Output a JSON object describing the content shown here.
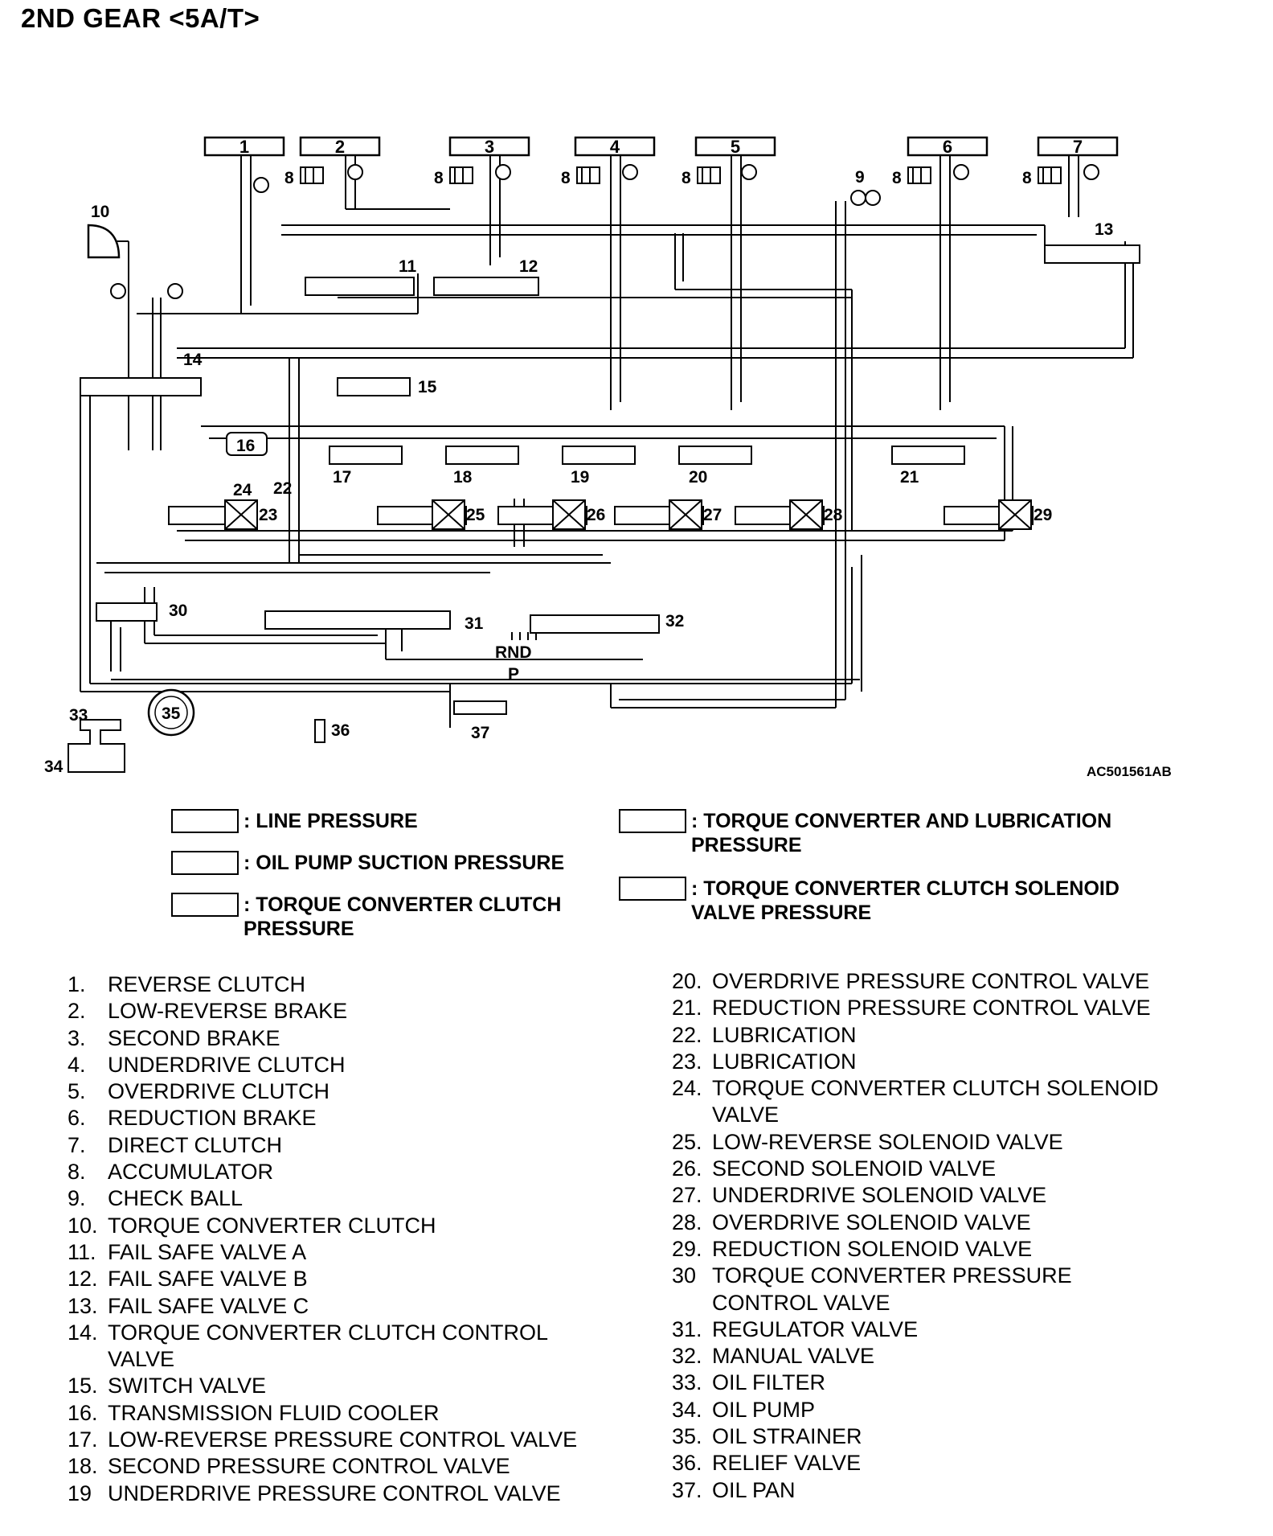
{
  "title": "2ND GEAR <5A/T>",
  "figure_code": "AC501561AB",
  "box_labels": [
    "1",
    "2",
    "3",
    "4",
    "5",
    "6",
    "7"
  ],
  "component_labels": {
    "accumulator": "8",
    "c9": "9",
    "c10": "10",
    "c11": "11",
    "c12": "12",
    "c13": "13",
    "c14": "14",
    "c15": "15",
    "c16": "16",
    "c17": "17",
    "c18": "18",
    "c19": "19",
    "c20": "20",
    "c21": "21",
    "c22": "22",
    "c23": "23",
    "c24": "24",
    "c25": "25",
    "c26": "26",
    "c27": "27",
    "c28": "28",
    "c29": "29",
    "c30": "30",
    "c31": "31",
    "c32": "32",
    "c33": "33",
    "c34": "34",
    "c35": "35",
    "c36": "36",
    "c37": "37",
    "rnd": "RND",
    "p": "P"
  },
  "legend": [
    {
      "text": ": LINE PRESSURE"
    },
    {
      "text": ": OIL PUMP SUCTION PRESSURE"
    },
    {
      "text": ": TORQUE CONVERTER CLUTCH\nPRESSURE"
    },
    {
      "text": ": TORQUE CONVERTER AND LUBRICATION\nPRESSURE"
    },
    {
      "text": ": TORQUE CONVERTER CLUTCH SOLENOID\nVALVE PRESSURE"
    }
  ],
  "parts_left": [
    {
      "num": "1.",
      "label": "REVERSE CLUTCH"
    },
    {
      "num": "2.",
      "label": "LOW-REVERSE BRAKE"
    },
    {
      "num": "3.",
      "label": "SECOND BRAKE"
    },
    {
      "num": "4.",
      "label": "UNDERDRIVE CLUTCH"
    },
    {
      "num": "5.",
      "label": "OVERDRIVE CLUTCH"
    },
    {
      "num": "6.",
      "label": "REDUCTION BRAKE"
    },
    {
      "num": "7.",
      "label": "DIRECT CLUTCH"
    },
    {
      "num": "8.",
      "label": "ACCUMULATOR"
    },
    {
      "num": "9.",
      "label": "CHECK BALL"
    },
    {
      "num": "10.",
      "label": "TORQUE CONVERTER CLUTCH"
    },
    {
      "num": "11.",
      "label": "FAIL SAFE VALVE A"
    },
    {
      "num": "12.",
      "label": "FAIL SAFE VALVE B"
    },
    {
      "num": "13.",
      "label": "FAIL SAFE VALVE C"
    },
    {
      "num": "14.",
      "label": "TORQUE CONVERTER CLUTCH CONTROL\nVALVE"
    },
    {
      "num": "15.",
      "label": "SWITCH VALVE"
    },
    {
      "num": "16.",
      "label": "TRANSMISSION FLUID COOLER"
    },
    {
      "num": "17.",
      "label": "LOW-REVERSE PRESSURE CONTROL VALVE"
    },
    {
      "num": "18.",
      "label": "SECOND PRESSURE CONTROL VALVE"
    },
    {
      "num": "19",
      "label": "UNDERDRIVE PRESSURE CONTROL VALVE"
    }
  ],
  "parts_right": [
    {
      "num": "20.",
      "label": "OVERDRIVE PRESSURE CONTROL VALVE"
    },
    {
      "num": "21.",
      "label": "REDUCTION PRESSURE CONTROL VALVE"
    },
    {
      "num": "22.",
      "label": "LUBRICATION"
    },
    {
      "num": "23.",
      "label": "LUBRICATION"
    },
    {
      "num": "24.",
      "label": "TORQUE CONVERTER CLUTCH SOLENOID\nVALVE"
    },
    {
      "num": "25.",
      "label": "LOW-REVERSE SOLENOID VALVE"
    },
    {
      "num": "26.",
      "label": "SECOND SOLENOID VALVE"
    },
    {
      "num": "27.",
      "label": "UNDERDRIVE SOLENOID VALVE"
    },
    {
      "num": "28.",
      "label": "OVERDRIVE SOLENOID VALVE"
    },
    {
      "num": "29.",
      "label": "REDUCTION SOLENOID VALVE"
    },
    {
      "num": "30",
      "label": "TORQUE CONVERTER PRESSURE\nCONTROL VALVE"
    },
    {
      "num": "31.",
      "label": "REGULATOR VALVE"
    },
    {
      "num": "32.",
      "label": "MANUAL VALVE"
    },
    {
      "num": "33.",
      "label": "OIL FILTER"
    },
    {
      "num": "34.",
      "label": "OIL PUMP"
    },
    {
      "num": "35.",
      "label": "OIL STRAINER"
    },
    {
      "num": "36.",
      "label": "RELIEF VALVE"
    },
    {
      "num": "37.",
      "label": "OIL PAN"
    }
  ]
}
